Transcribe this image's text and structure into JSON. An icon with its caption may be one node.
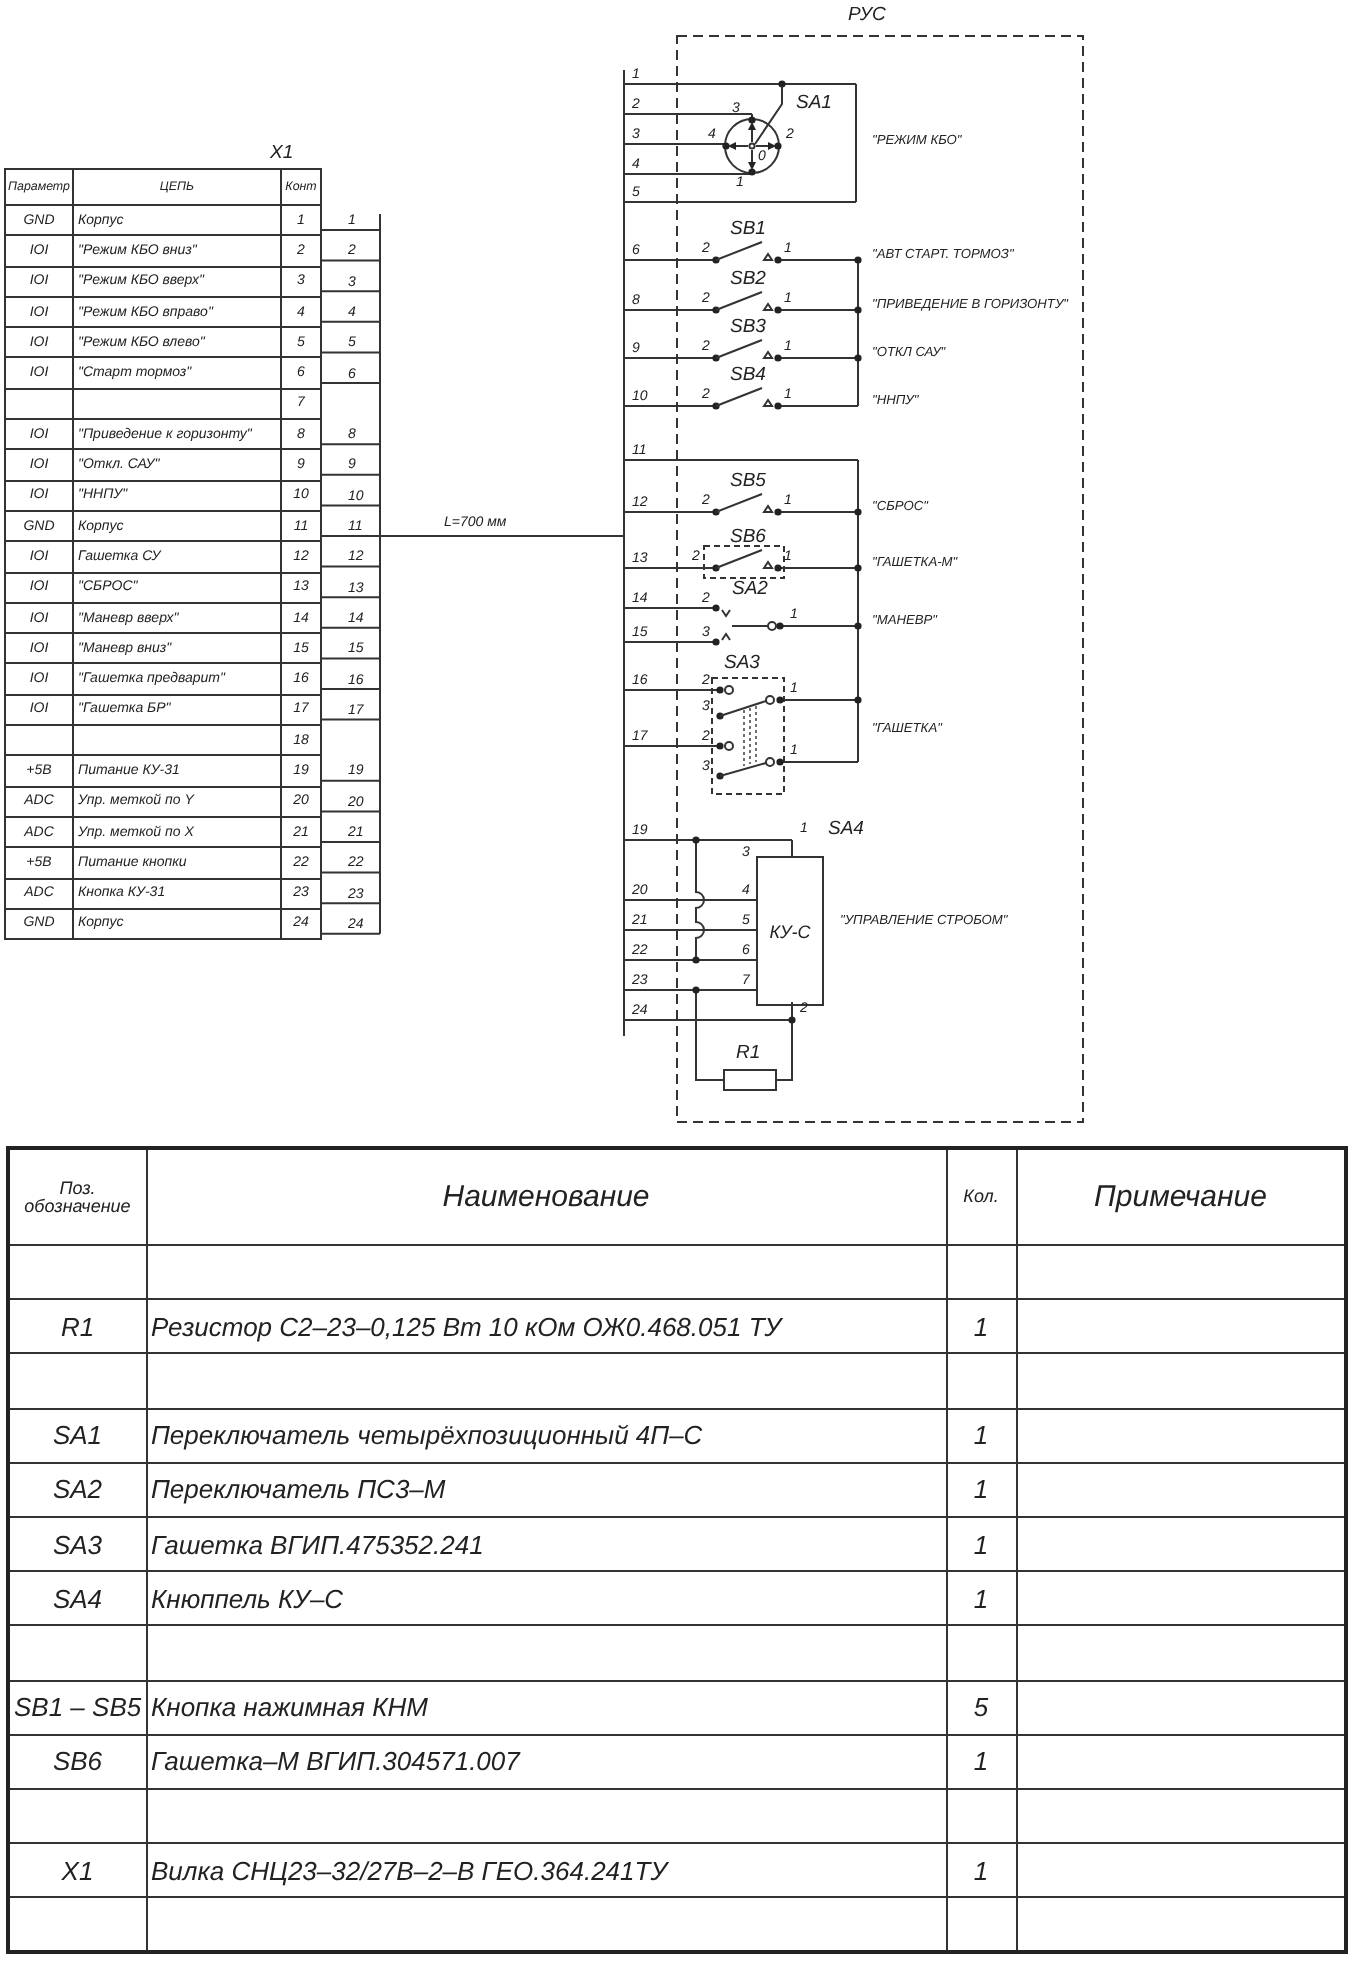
{
  "diagram": {
    "nodes": [
      {
        "text": [
          "РУС"
        ]
      },
      {
        "text": [
          "КУ-С"
        ],
        "in": 0,
        "beside": [
          "SA4"
        ]
      }
    ],
    "labels": [
      "X1",
      "Параметр",
      "ЦЕПЬ",
      "Конт",
      "GND",
      "Корпус",
      "1",
      "IOI",
      "\"Режим КБО вниз\"",
      "2",
      "IOI",
      "\"Режим КБО вверх\"",
      "3",
      "IOI",
      "\"Режим КБО вправо\"",
      "4",
      "IOI",
      "\"Режим КБО влево\"",
      "5",
      "IOI",
      "\"Старт тормоз\"",
      "6",
      "7",
      "IOI",
      "\"Приведение к горизонту\"",
      "8",
      "IOI",
      "\"Откл. САУ\"",
      "9",
      "IOI",
      "\"ННПУ\"",
      "10",
      "GND",
      "Корпус",
      "11",
      "IOI",
      "Гашетка СУ",
      "12",
      "IOI",
      "\"СБРОС\"",
      "13",
      "IOI",
      "\"Маневр вверх\"",
      "14",
      "IOI",
      "\"Маневр вниз\"",
      "15",
      "IOI",
      "\"Гашетка предварит\"",
      "16",
      "IOI",
      "\"Гашетка БР\"",
      "17",
      "18",
      "+5В",
      "Питание КУ-31",
      "19",
      "ADC",
      "Упр. меткой по Y",
      "20",
      "ADC",
      "Упр. меткой по X",
      "21",
      "+5В",
      "Питание кнопки",
      "22",
      "ADC",
      "Кнопка КУ-31",
      "23",
      "GND",
      "Корпус",
      "24",
      "1",
      "2",
      "3",
      "4",
      "5",
      "6",
      "8",
      "9",
      "10",
      "11",
      "12",
      "13",
      "14",
      "15",
      "16",
      "17",
      "19",
      "20",
      "21",
      "22",
      "23",
      "24",
      "L=700 мм",
      "1",
      "2",
      "3",
      "4",
      "5",
      "6",
      "8",
      "9",
      "10",
      "11",
      "12",
      "13",
      "14",
      "15",
      "16",
      "17",
      "19",
      "20",
      "21",
      "22",
      "23",
      "24",
      "3",
      "SA1",
      "4",
      "0",
      "2",
      "1",
      "\"РЕЖИМ КБО\"",
      "SB1",
      "2",
      "1",
      "\"АВТ СТАРТ. ТОРМОЗ\"",
      "SB2",
      "2",
      "1",
      "\"ПРИВЕДЕНИЕ В ГОРИЗОНТУ\"",
      "SB3",
      "2",
      "1",
      "\"ОТКЛ САУ\"",
      "SB4",
      "2",
      "1",
      "\"ННПУ\"",
      "SB5",
      "2",
      "1",
      "\"СБРОС\"",
      "SB6",
      "2",
      "1",
      "\"ГАШЕТКА-М\"",
      "SA2",
      "2",
      "3",
      "1",
      "\"МАНЕВР\"",
      "SA3",
      "2",
      "3",
      "1",
      "2",
      "3",
      "1",
      "\"ГАШЕТКА\"",
      "1",
      "3",
      "4",
      "5",
      "6",
      "7",
      "2",
      "\"УПРАВЛЕНИЕ СТРОБОМ\"",
      "R1",
      "Поз. обозначение",
      "Наименование",
      "Кол.",
      "Примечание",
      "R1",
      "Резистор С2–23–0,125 Вт 10 кОм ОЖ0.468.051 ТУ",
      "1",
      "SA1",
      "Переключатель четырёхпозиционный 4П–С",
      "1",
      "SA2",
      "Переключатель ПС3–М",
      "1",
      "SA3",
      "Гашетка ВГИП.475352.241",
      "1",
      "SA4",
      "Кнюппель КУ–С",
      "1",
      "SB1 – SB5",
      "Кнопка нажимная КНМ",
      "5",
      "SB6",
      "Гашетка–М ВГИП.304571.007",
      "1",
      "X1",
      "Вилка СНЦ23–32/27В–2–В  ГЕО.364.241ТУ",
      "1"
    ]
  }
}
